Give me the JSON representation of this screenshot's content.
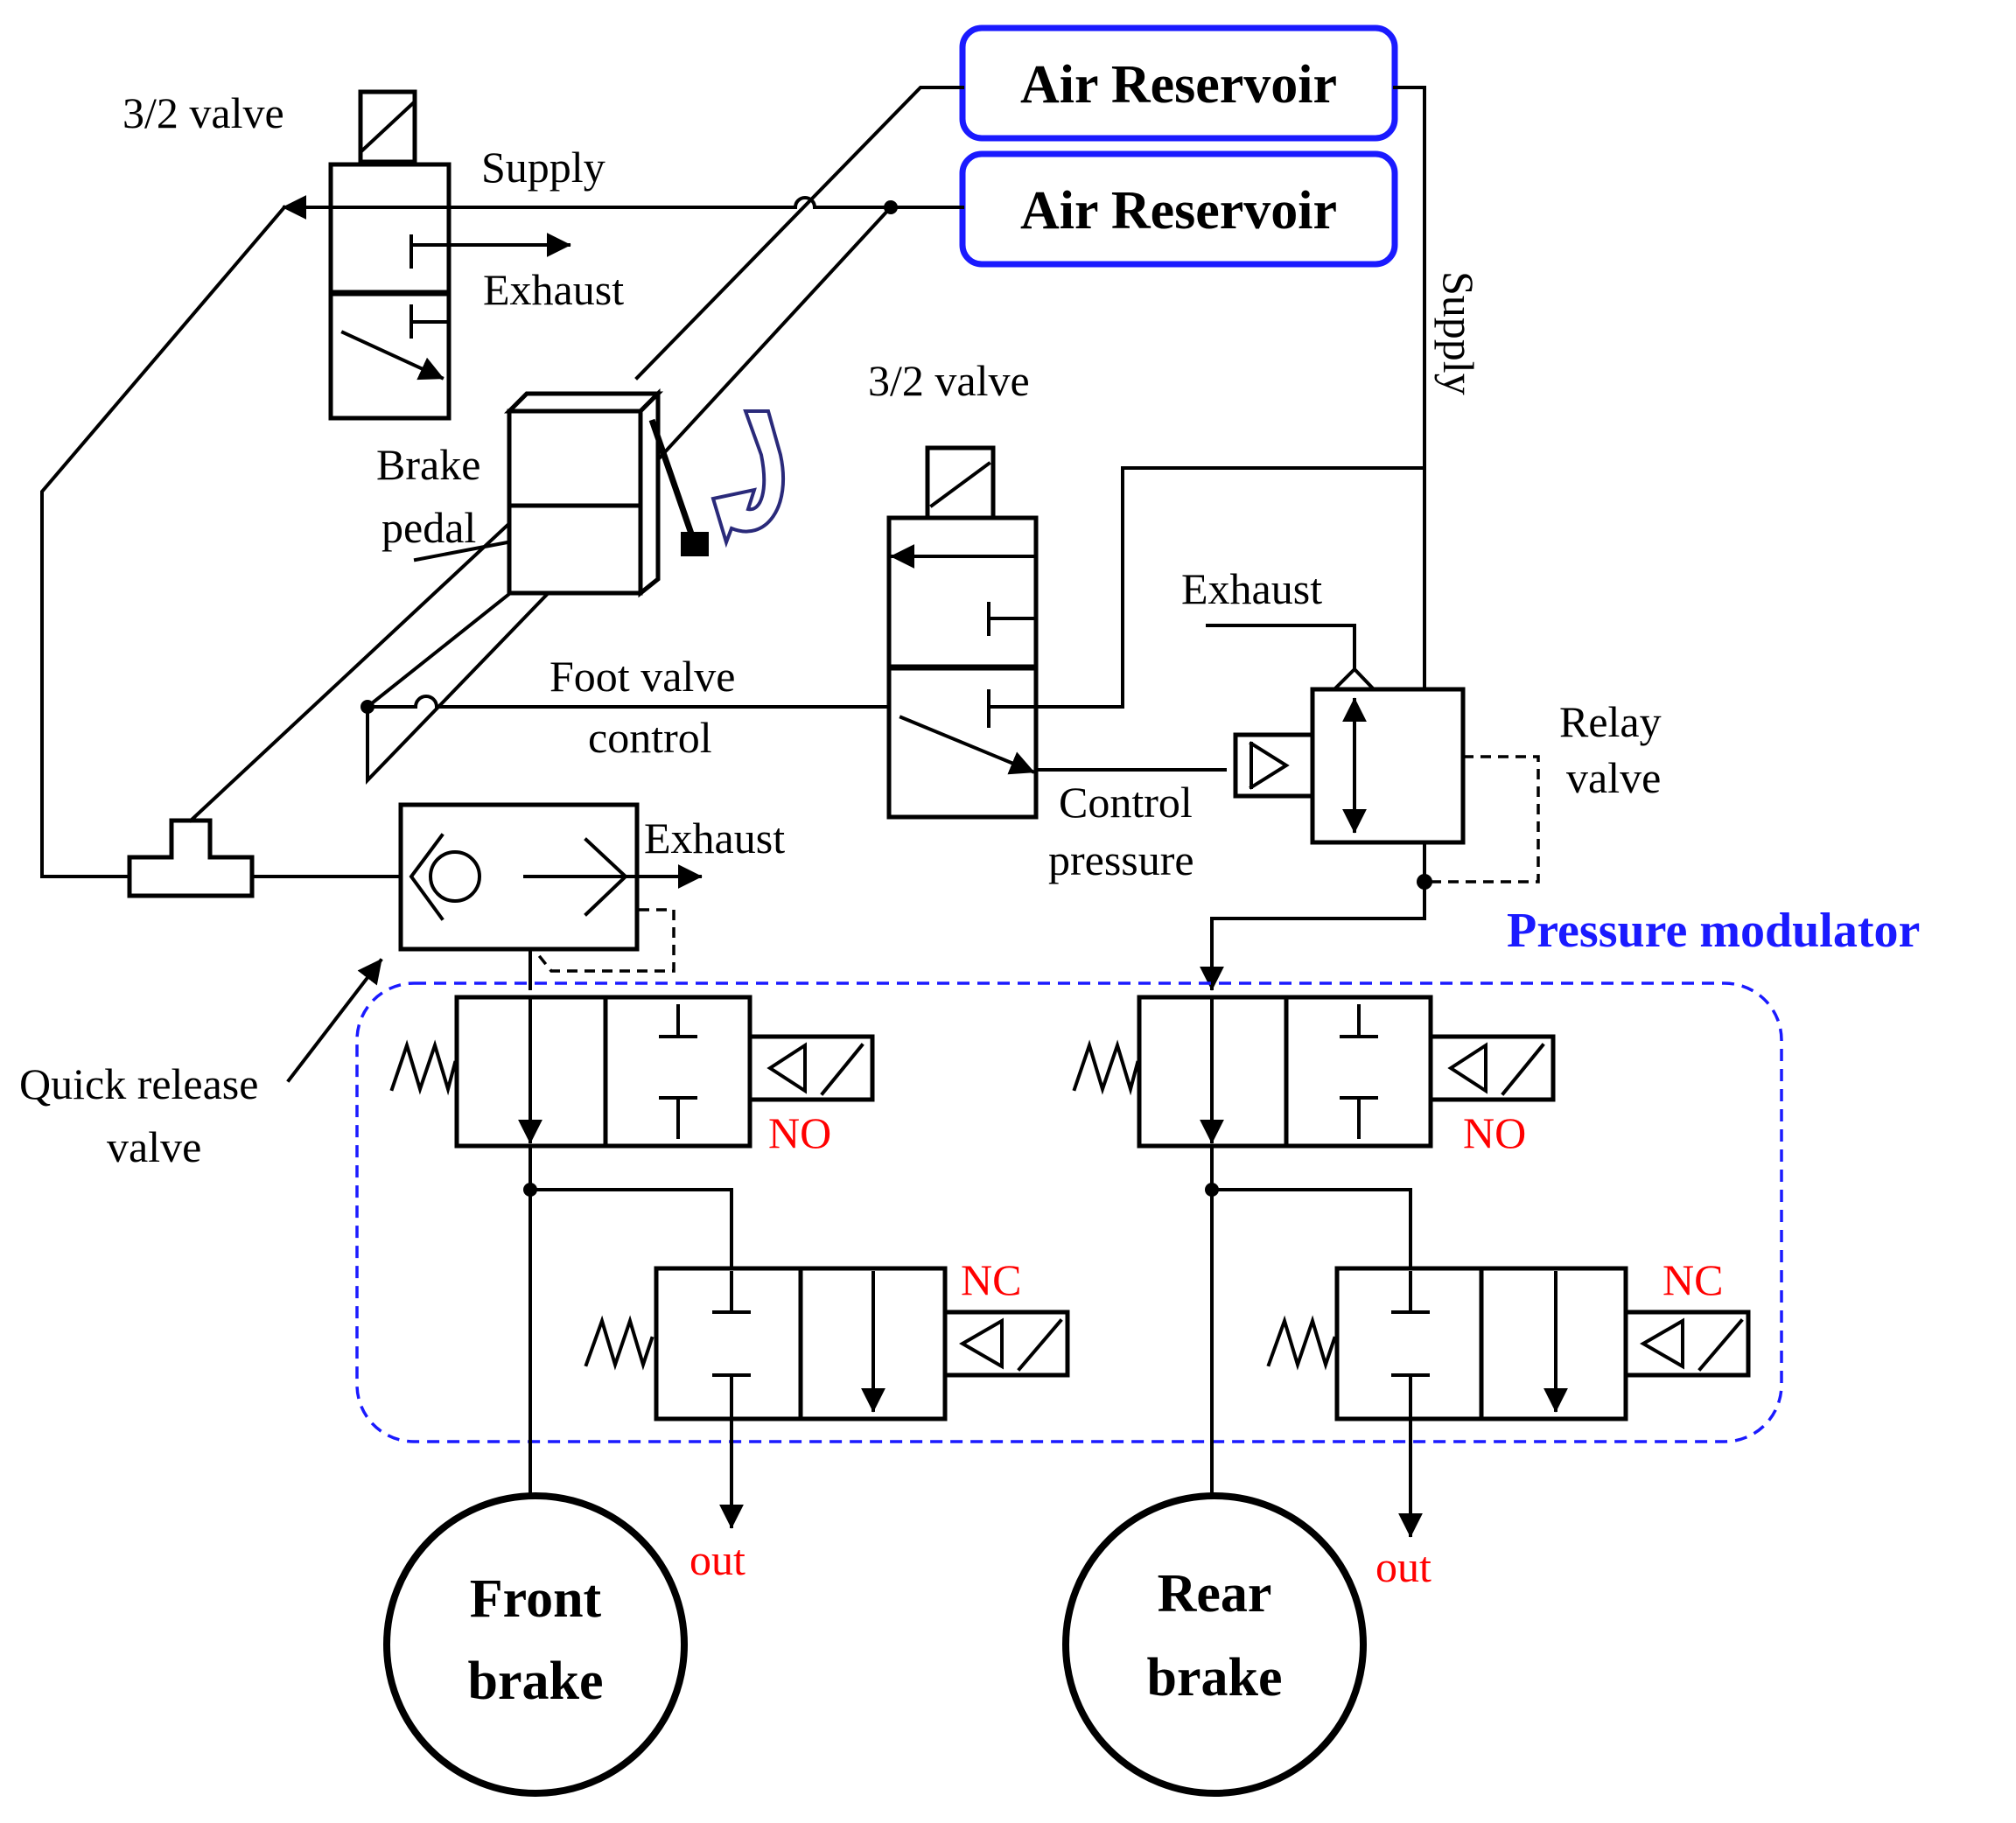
{
  "labels": {
    "air_reservoir_1": "Air Reservoir",
    "air_reservoir_2": "Air Reservoir",
    "valve_3_2_left": "3/2  valve",
    "valve_3_2_mid": "3/2 valve",
    "supply_top": "Supply",
    "supply_right": "Supply",
    "exhaust_left": "Exhaust",
    "exhaust_relay": "Exhaust",
    "exhaust_qrv": "Exhaust",
    "brake_pedal_1": "Brake",
    "brake_pedal_2": "pedal",
    "foot_valve_1": "Foot valve",
    "foot_valve_2": "control",
    "control_pressure_1": "Control",
    "control_pressure_2": "pressure",
    "relay_valve_1": "Relay",
    "relay_valve_2": "valve",
    "pressure_modulator": "Pressure modulator",
    "quick_release_1": "Quick release",
    "quick_release_2": "valve",
    "no_front": "NO",
    "no_rear": "NO",
    "nc_front": "NC",
    "nc_rear": "NC",
    "out_front": "out",
    "out_rear": "out",
    "front_brake_1": "Front",
    "front_brake_2": "brake",
    "rear_brake_1": "Rear",
    "rear_brake_2": "brake"
  },
  "colors": {
    "reservoir_border": "#1a1aff",
    "modulator_border": "#1a1aff",
    "valve_state_label": "#ff0000"
  }
}
